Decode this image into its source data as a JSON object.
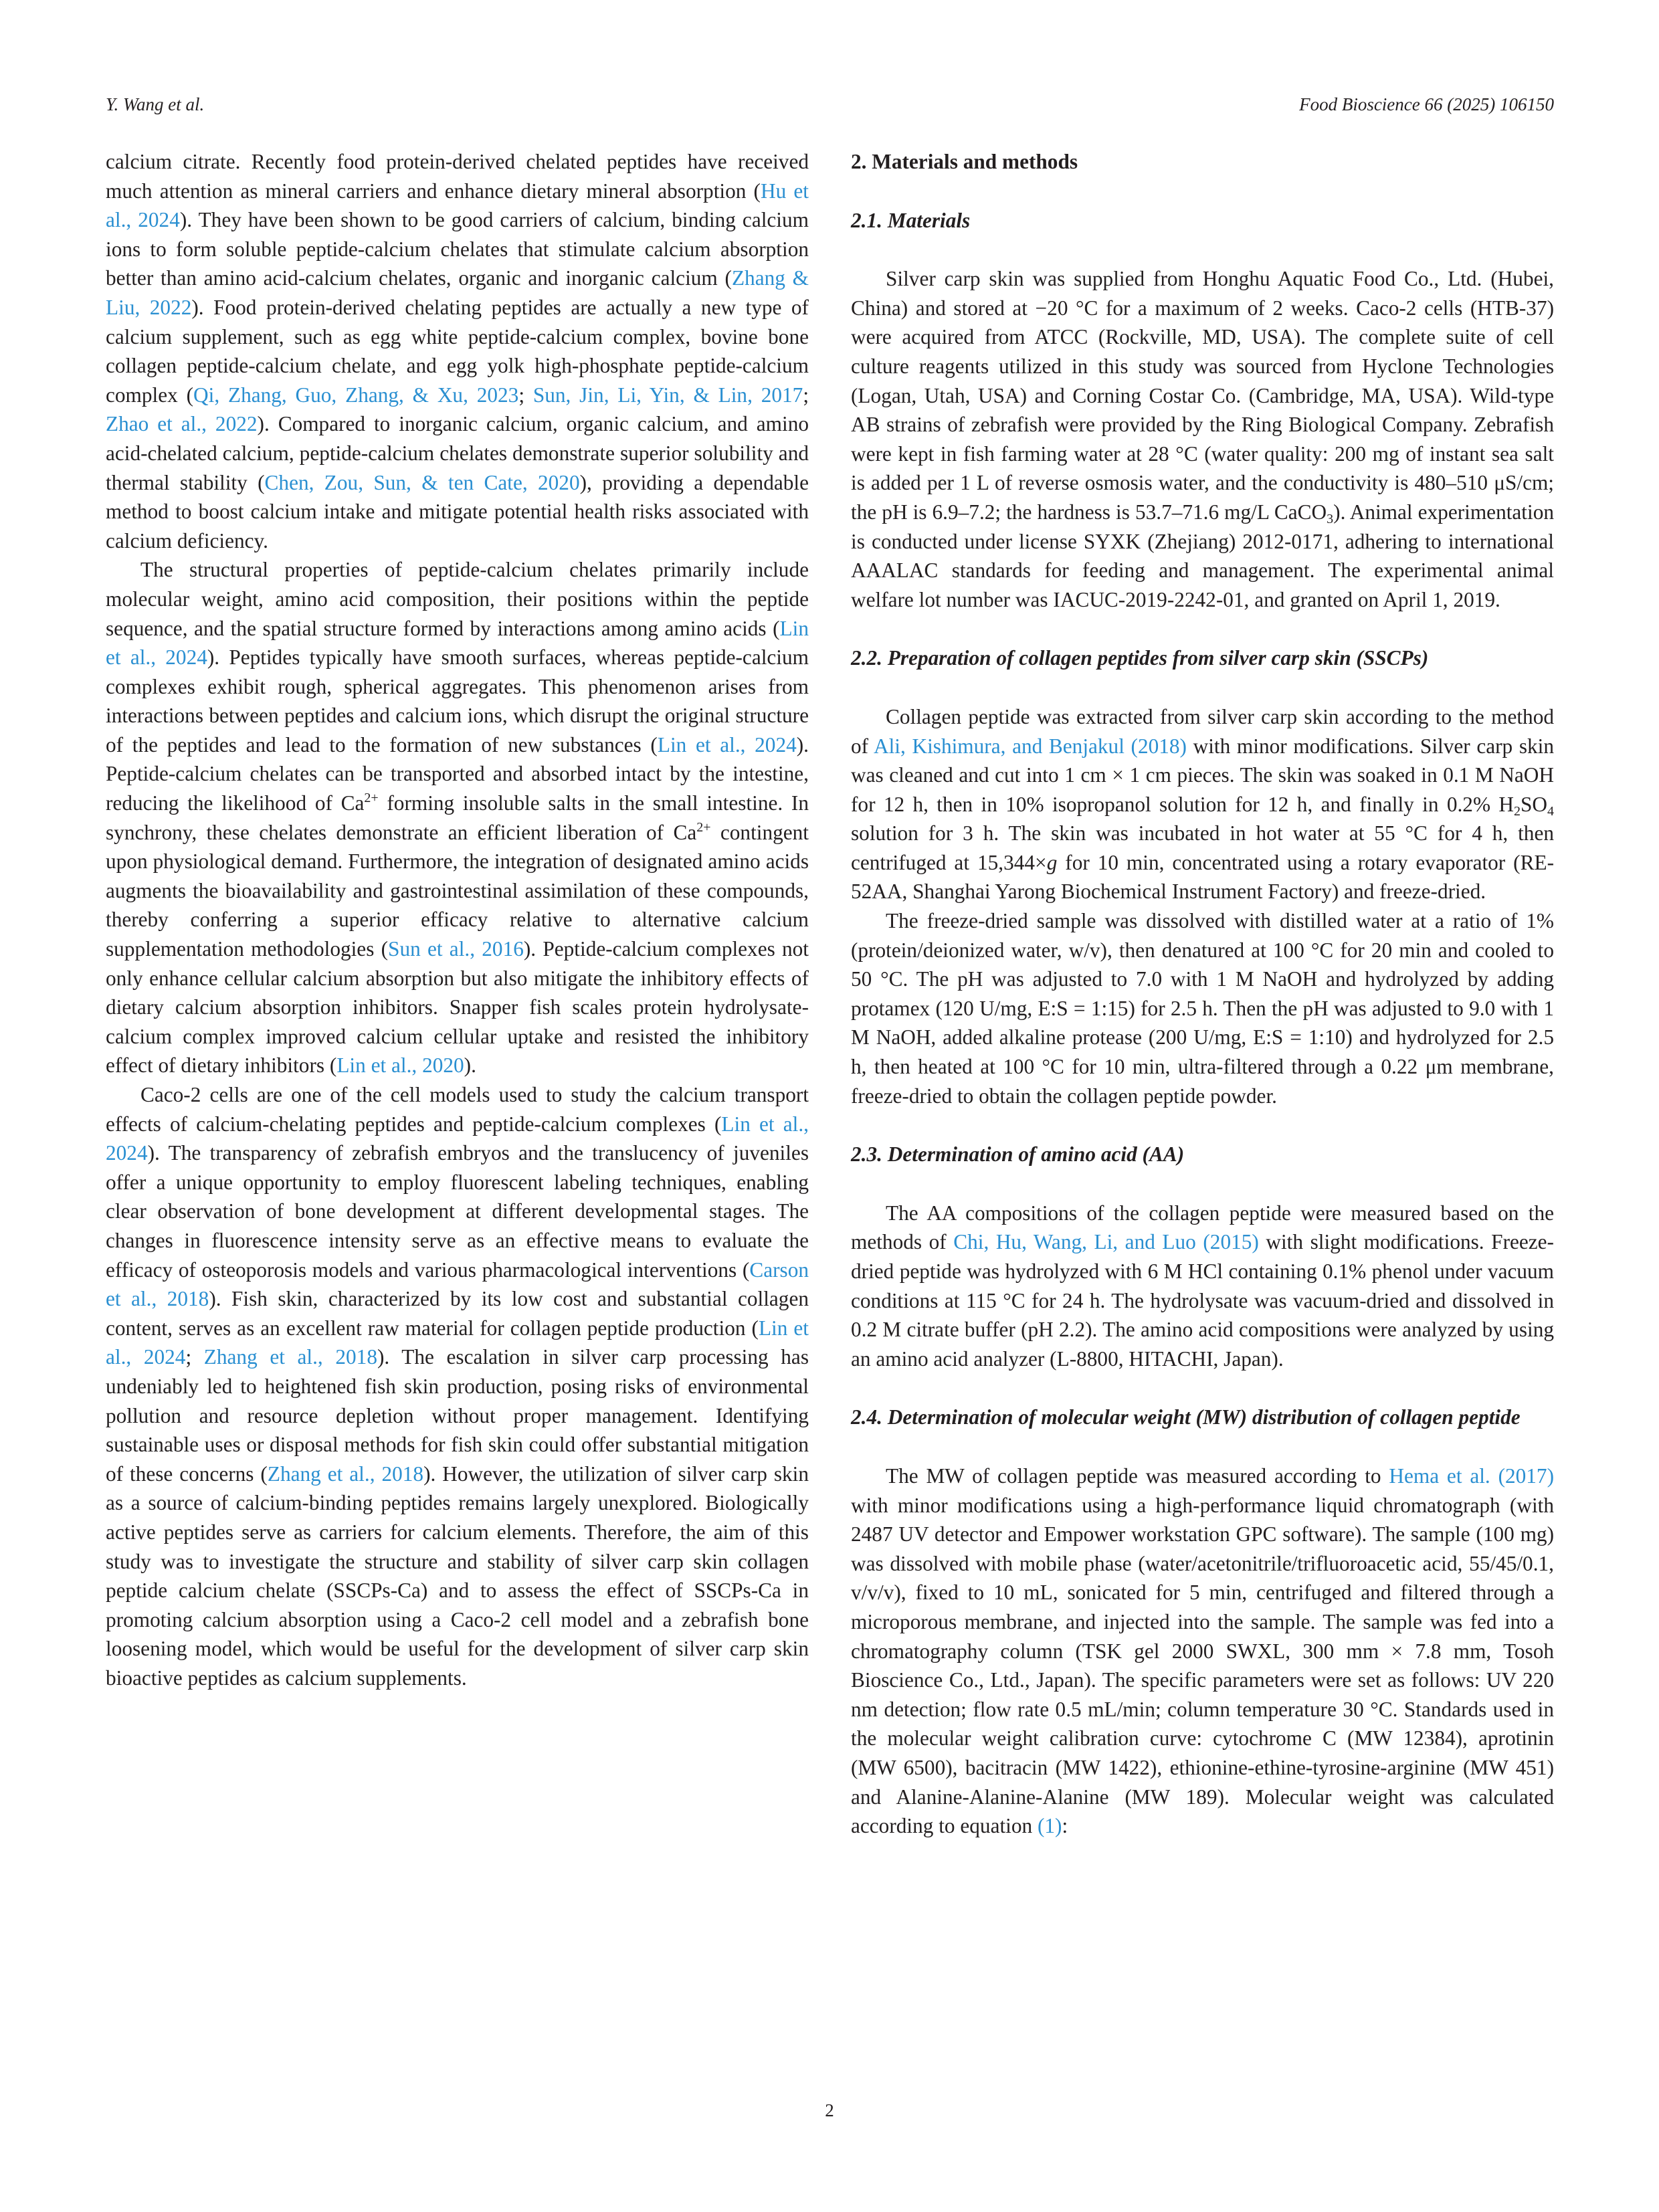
{
  "running_head": {
    "left": "Y. Wang et al.",
    "right": "Food Bioscience 66 (2025) 106150"
  },
  "page_number": "2",
  "left_column": {
    "p1": {
      "t1": "calcium citrate. Recently food protein-derived chelated peptides have received much attention as mineral carriers and enhance dietary mineral absorption (",
      "r1": "Hu et al., 2024",
      "t2": "). They have been shown to be good carriers of calcium, binding calcium ions to form soluble peptide-calcium che­lates that stimulate calcium absorption better than amino acid-calcium chelates, organic and inorganic calcium (",
      "r2": "Zhang & Liu, 2022",
      "t3": "). Food protein-derived chelating peptides are actually a new type of calcium supplement, such as egg white peptide-calcium complex, bovine bone collagen peptide-calcium chelate, and egg yolk high-phosphate pepti­de-calcium complex (",
      "r3": "Qi, Zhang, Guo, Zhang, & Xu, 2023",
      "t4": "; ",
      "r4": "Sun, Jin, Li, Yin, & Lin, 2017",
      "t5": "; ",
      "r5": "Zhao et al., 2022",
      "t6": "). Compared to inorganic calcium, organic calcium, and amino acid-chelated calcium, peptide-calcium chelates demonstrate superior solubility and thermal stability (",
      "r6": "Chen, Zou, Sun, & ten Cate, 2020",
      "t7": "), providing a dependable method to boost calcium intake and mitigate potential health risks associated with cal­cium deficiency."
    },
    "p2": {
      "t1": "The structural properties of peptide-calcium chelates primarily include molecular weight, amino acid composition, their positions within the peptide sequence, and the spatial structure formed by in­teractions among amino acids (",
      "r1": "Lin et al., 2024",
      "t2": "). Peptides typically have smooth surfaces, whereas peptide-calcium complexes exhibit rough, spherical aggregates. This phenomenon arises from interactions be­tween peptides and calcium ions, which disrupt the original structure of the peptides and lead to the formation of new substances (",
      "r2": "Lin et al., 2024",
      "t3": "). Peptide-calcium chelates can be transported and absorbed intact by the intestine, reducing the likelihood of Ca",
      "sup1": "2+",
      "t4": " forming insoluble salts in the small intestine. In synchrony, these chelates demonstrate an efficient liberation of Ca",
      "sup2": "2+",
      "t5": " contingent upon physiological demand. Furthermore, the integration of designated amino acids augments the bioavailability and gastrointestinal assimilation of these compounds, thereby conferring a superior efficacy relative to alternative calcium supplementation methodologies (",
      "r3": "Sun et al., 2016",
      "t6": "). Peptide-calcium complexes not only enhance cellular calcium absorption but also miti­gate the inhibitory effects of dietary calcium absorption inhibitors. Snapper fish scales protein hydrolysate-calcium complex improved calcium cellular uptake and resisted the inhibitory effect of dietary in­hibitors (",
      "r4": "Lin et al., 2020",
      "t7": ")."
    },
    "p3": {
      "t1": "Caco-2 cells are one of the cell models used to study the calcium transport effects of calcium-chelating peptides and peptide-calcium complexes (",
      "r1": "Lin et al., 2024",
      "t2": "). The transparency of zebrafish embryos and the translucency of juveniles offer a unique opportunity to employ fluorescent labeling techniques, enabling clear observation of bone development at different developmental stages. The changes in fluo­rescence intensity serve as an effective means to evaluate the efficacy of osteoporosis models and various pharmacological interventions (",
      "r2": "Carson et al., 2018",
      "t3": "). Fish skin, characterized by its low cost and substantial collagen content, serves as an excellent raw material for collagen pep­tide production (",
      "r3": "Lin et al., 2024",
      "t4": "; ",
      "r4": "Zhang et al., 2018",
      "t5": "). The escalation in silver carp processing has undeniably led to heightened fish skin pro­duction, posing risks of environmental pollution and resource depletion without proper management. Identifying sustainable uses or disposal methods for fish skin could offer substantial mitigation of these concerns (",
      "r5": "Zhang et al., 2018",
      "t6": "). However, the utilization of silver carp skin as a source of calcium-binding peptides remains largely unexplored. Bio­logically active peptides serve as carriers for calcium elements. There­fore, the aim of this study was to investigate the structure and stability of silver carp skin collagen peptide calcium chelate (SSCPs-Ca) and to assess the effect of SSCPs-Ca in promoting calcium absorption using a Caco-2 cell model and a zebrafish bone loosening model, which would be useful for the development of silver carp skin bioactive peptides as calcium supplements."
    }
  },
  "right_column": {
    "section2_heading": "2.  Materials and methods",
    "s21": {
      "heading": "2.1.  Materials",
      "t1": "Silver carp skin was supplied from Honghu Aquatic Food Co., Ltd. (Hubei, China) and stored at −20 °C for a maximum of 2 weeks. Caco-2 cells (HTB-37) were acquired from ATCC (Rockville, MD, USA). The complete suite of cell culture reagents utilized in this study was sourced from Hyclone Technologies (Logan, Utah, USA) and Corning Costar Co. (Cambridge, MA, USA). Wild-type AB strains of zebrafish were provided by the Ring Biological Company. Zebrafish were kept in fish farming water at 28 °C (water quality: 200 mg of instant sea salt is added per 1 L of reverse osmosis water, and the conductivity is 480–510 μS/cm; the pH is 6.9–7.2; the hardness is 53.7–71.6 mg/L CaCO",
      "sub1": "3",
      "t2": "). Animal experi­mentation is conducted under license SYXK (Zhejiang) 2012-0171, adhering to international AAALAC standards for feeding and manage­ment. The experimental animal welfare lot number was IACUC-2019-2242-01, and granted on April 1, 2019."
    },
    "s22": {
      "heading": "2.2.  Preparation of collagen peptides from silver carp skin (SSCPs)",
      "p1": {
        "t1": "Collagen peptide was extracted from silver carp skin according to the method of ",
        "r1": "Ali, Kishimura, and Benjakul (2018)",
        "t2": " with minor modifica­tions. Silver carp skin was cleaned and cut into 1 cm × 1 cm pieces. The skin was soaked in 0.1 M NaOH for 12 h, then in 10% isopropanol so­lution for 12 h, and finally in 0.2% H",
        "sub1": "2",
        "t3": "SO",
        "sub2": "4",
        "t4": " solution for 3 h. The skin was incubated in hot water at 55 °C for 4 h, then centrifuged at 15,344×",
        "g": "g",
        "t5": " for 10 min, concentrated using a rotary evaporator (RE-52AA, Shanghai Yarong Biochemical Instrument Factory) and freeze-dried."
      },
      "p2": "The freeze-dried sample was dissolved with distilled water at a ratio of 1% (protein/deionized water, w/v), then denatured at 100 °C for 20 min and cooled to 50 °C. The pH was adjusted to 7.0 with 1 M NaOH and hydrolyzed by adding protamex (120 U/mg, E:S = 1:15) for 2.5 h. Then the pH was adjusted to 9.0 with 1 M NaOH, added alkaline protease (200 U/mg, E:S = 1:10) and hydrolyzed for 2.5 h, then heated at 100 °C for 10 min, ultra-filtered through a 0.22 μm membrane, freeze-dried to obtain the collagen peptide powder."
    },
    "s23": {
      "heading": "2.3.  Determination of amino acid (AA)",
      "t1": "The AA compositions of the collagen peptide were measured based on the methods of ",
      "r1": "Chi, Hu, Wang, Li, and Luo (2015)",
      "t2": " with slight mod­ifications. Freeze-dried peptide was hydrolyzed with 6 M HCl containing 0.1% phenol under vacuum conditions at 115 °C for 24 h. The hydro­lysate was vacuum-dried and dissolved in 0.2 M citrate buffer (pH 2.2). The amino acid compositions were analyzed by using an amino acid analyzer (L-8800, HITACHI, Japan)."
    },
    "s24": {
      "heading": "2.4.  Determination of molecular weight (MW) distribution of collagen peptide",
      "t1": "The MW of collagen peptide was measured according to ",
      "r1": "Hema et al. (2017)",
      "t2": " with minor modifications using a high-performance liquid chromatograph (with 2487 UV detector and Empower workstation GPC software). The sample (100 mg) was dissolved with mobile phase (water/acetonitrile/trifluoroacetic acid, 55/45/0.1, v/v/v), fixed to 10 mL, sonicated for 5 min, centrifuged and filtered through a microporous membrane, and injected into the sample. The sample was fed into a chromatography column (TSK gel 2000 SWXL, 300 mm × 7.8 mm, Tosoh Bioscience Co., Ltd., Japan). The specific parameters were set as follows: UV 220 nm detection; flow rate 0.5 mL/min; column temper­ature 30 °C. Standards used in the molecular weight calibration curve: cytochrome C (MW 12384), aprotinin (MW 6500), bacitracin (MW 1422), ethionine-ethine-tyrosine-arginine (MW 451) and Alanine-Alanine-Alanine (MW 189). Molecular weight was calculated according to equation ",
      "r2": "(1)",
      "t3": ":"
    }
  }
}
